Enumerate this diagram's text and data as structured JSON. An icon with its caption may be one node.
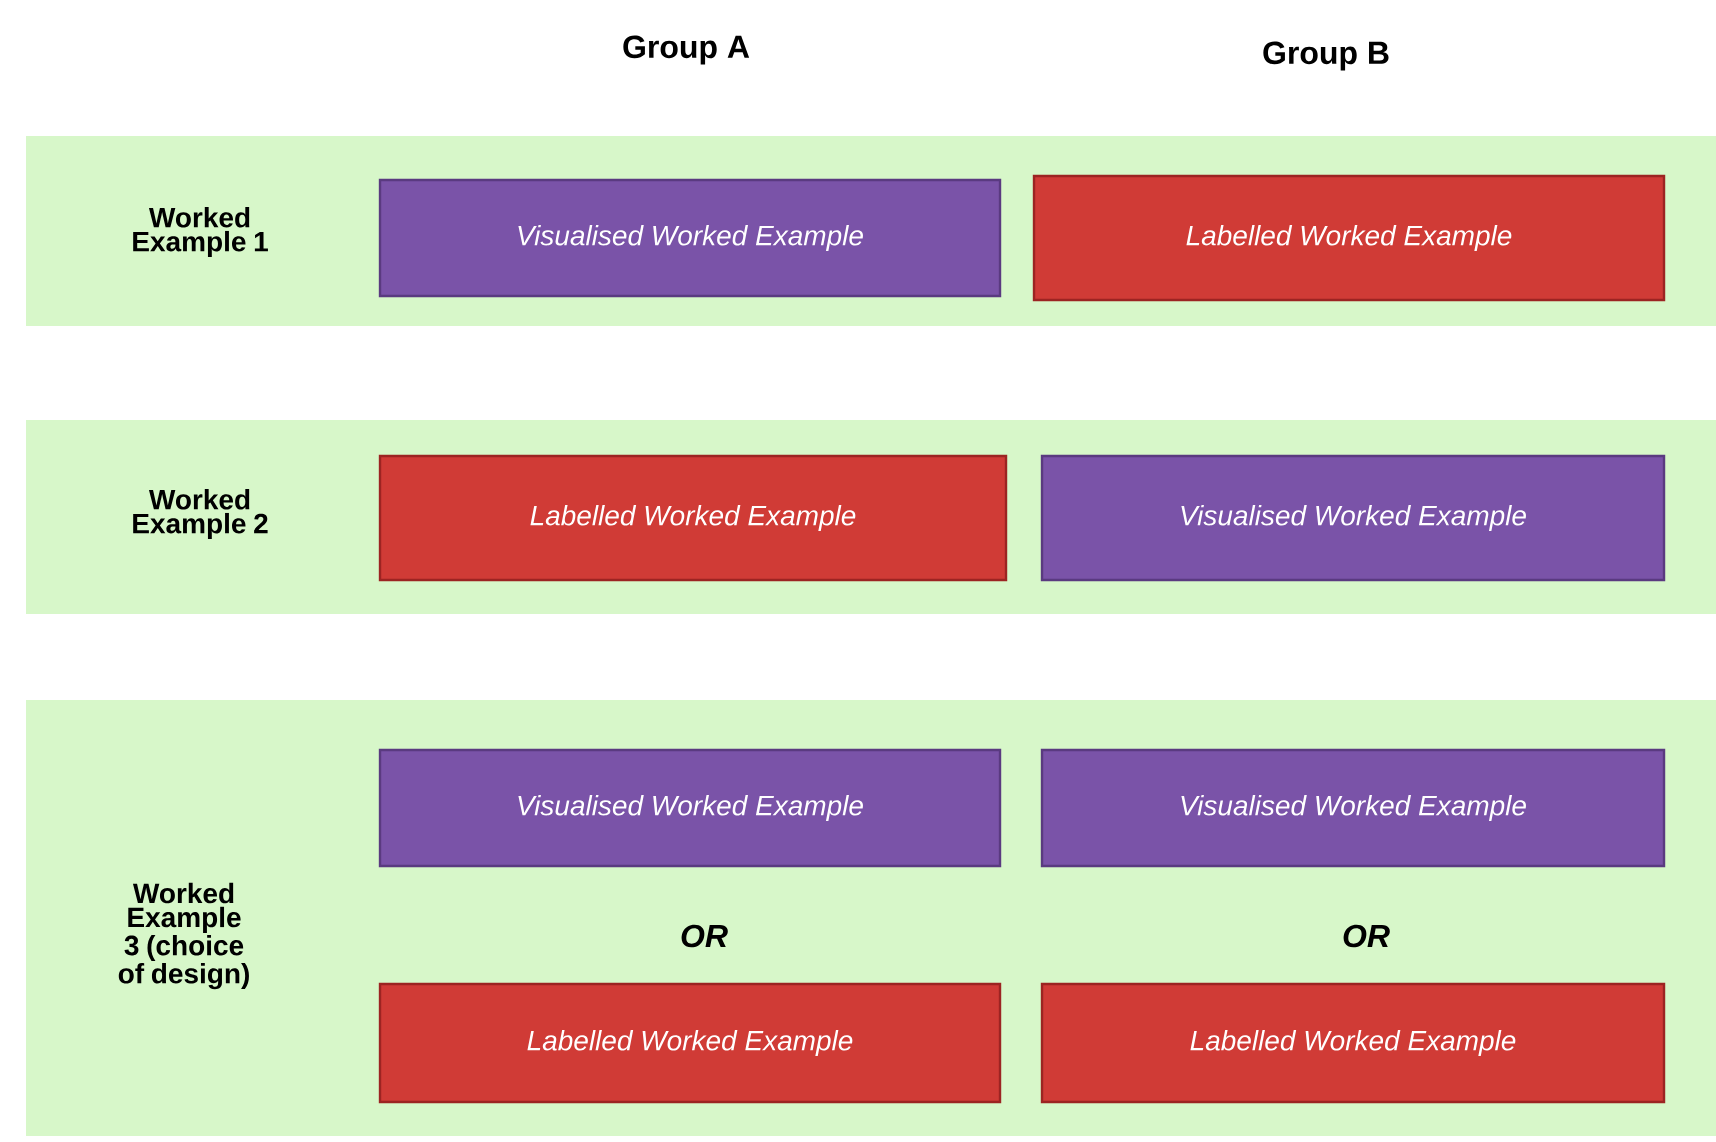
{
  "diagram": {
    "nodes": [
      {
        "text": [
          "Worked Example 1"
        ]
      },
      {
        "text": [
          "Visualised Worked Example"
        ],
        "in": 0
      },
      {
        "text": [
          "Labelled  Worked Example"
        ],
        "in": 0
      },
      {
        "text": [
          "Worked Example 2"
        ]
      },
      {
        "text": [
          "Labelled  Worked Example"
        ],
        "in": 3
      },
      {
        "text": [
          "Visualised Worked Example"
        ],
        "in": 3
      },
      {
        "text": [
          "Worked Example 3 (choice of design)"
        ]
      },
      {
        "text": [
          "Visualised Worked Example"
        ],
        "in": 6
      },
      {
        "text": [
          "Visualised Worked Example"
        ],
        "in": 6
      },
      {
        "text": [
          "Labelled  Worked Example"
        ],
        "in": 6
      },
      {
        "text": [
          "Labelled  Worked Example"
        ],
        "in": 6
      }
    ],
    "labels": [
      "Group A",
      "Group B",
      "OR",
      "OR"
    ]
  }
}
